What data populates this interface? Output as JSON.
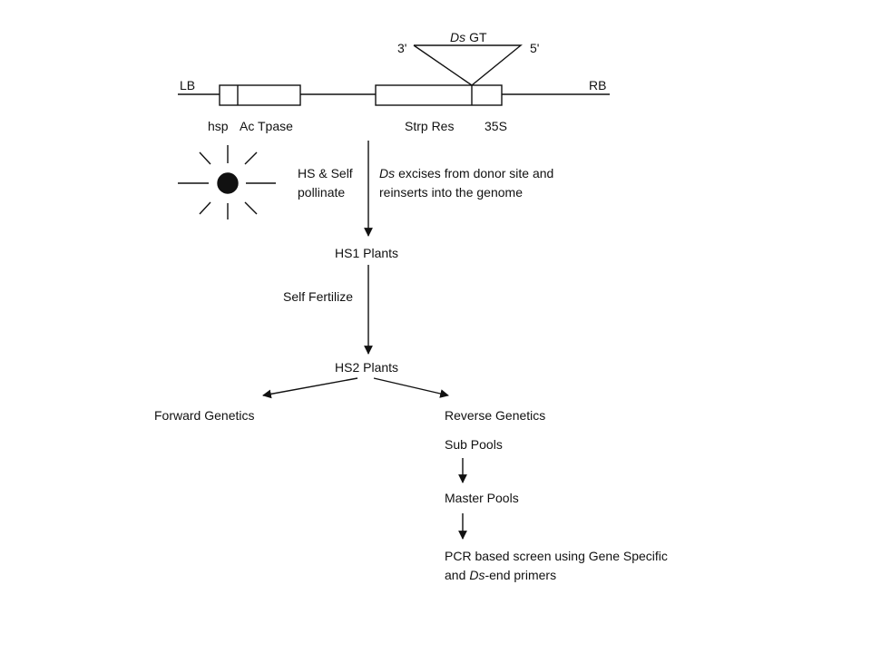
{
  "construct": {
    "lb": "LB",
    "rb": "RB",
    "hsp": "hsp",
    "ac_tpase": "Ac Tpase",
    "strp_res": "Strp Res",
    "p35s": "35S",
    "insert_ds": "Ds",
    "insert_gt": "GT",
    "end_3": "3'",
    "end_5": "5'"
  },
  "steps": {
    "hs_line1": "HS & Self",
    "hs_line2": "pollinate",
    "excise_ds": "Ds",
    "excise_line1_rest": "excises from donor site and",
    "excise_line2": "reinserts into the genome",
    "hs1": "HS1 Plants",
    "self_fertilize": "Self Fertilize",
    "hs2": "HS2 Plants",
    "forward": "Forward Genetics",
    "reverse": "Reverse Genetics",
    "sub_pools": "Sub Pools",
    "master_pools": "Master Pools",
    "pcr_line1": "PCR based screen using Gene Specific",
    "pcr_line2_pre": "and",
    "pcr_line2_ds": "Ds",
    "pcr_line2_post": "-end primers"
  },
  "icons": {
    "heat_shock": "sun-icon"
  },
  "colors": {
    "ink": "#111111",
    "background": "#ffffff"
  }
}
